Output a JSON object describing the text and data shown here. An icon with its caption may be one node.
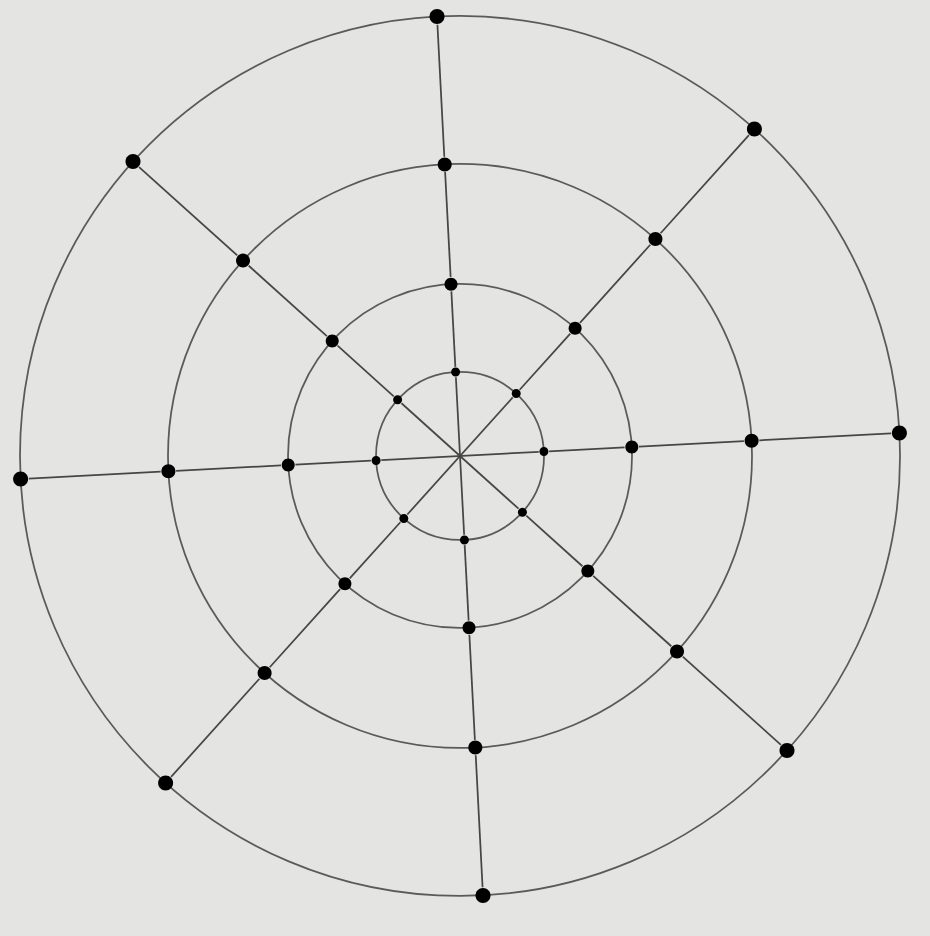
{
  "diagram": {
    "nodes": [
      {
        "text": [],
        "shape": "circle"
      },
      {
        "text": [],
        "shape": "circle"
      },
      {
        "text": [],
        "shape": "circle"
      },
      {
        "text": [],
        "shape": "circle"
      },
      {
        "text": [],
        "shape": "circle"
      },
      {
        "text": [],
        "shape": "circle"
      },
      {
        "text": [],
        "shape": "circle"
      },
      {
        "text": [],
        "shape": "circle"
      },
      {
        "text": [],
        "shape": "circle"
      },
      {
        "text": [],
        "shape": "circle"
      },
      {
        "text": [],
        "shape": "circle"
      },
      {
        "text": [],
        "shape": "circle"
      },
      {
        "text": [],
        "shape": "circle"
      },
      {
        "text": [],
        "shape": "circle"
      },
      {
        "text": [],
        "shape": "circle"
      },
      {
        "text": [],
        "shape": "circle"
      },
      {
        "text": [],
        "shape": "circle"
      },
      {
        "text": [],
        "shape": "circle"
      },
      {
        "text": [],
        "shape": "circle"
      },
      {
        "text": [],
        "shape": "circle"
      },
      {
        "text": [],
        "shape": "circle"
      },
      {
        "text": [],
        "shape": "circle"
      },
      {
        "text": [],
        "shape": "circle"
      },
      {
        "text": [],
        "shape": "circle"
      },
      {
        "text": [],
        "shape": "circle"
      },
      {
        "text": [],
        "shape": "circle"
      },
      {
        "text": [],
        "shape": "circle"
      },
      {
        "text": [],
        "shape": "circle"
      },
      {
        "text": [],
        "shape": "circle"
      },
      {
        "text": [],
        "shape": "circle"
      },
      {
        "text": [],
        "shape": "circle"
      },
      {
        "text": [],
        "shape": "circle"
      }
    ],
    "edges": [
      {
        "from": 0,
        "to": 4,
        "arrow": "none"
      },
      {
        "from": 1,
        "to": 5,
        "arrow": "none"
      },
      {
        "from": 2,
        "to": 6,
        "arrow": "none"
      },
      {
        "from": 3,
        "to": 7,
        "arrow": "none"
      },
      {
        "from": 0,
        "to": 8,
        "arrow": "none"
      },
      {
        "from": 1,
        "to": 9,
        "arrow": "none"
      },
      {
        "from": 2,
        "to": 10,
        "arrow": "none"
      },
      {
        "from": 3,
        "to": 11,
        "arrow": "none"
      },
      {
        "from": 4,
        "to": 12,
        "arrow": "none"
      },
      {
        "from": 5,
        "to": 13,
        "arrow": "none"
      },
      {
        "from": 6,
        "to": 14,
        "arrow": "none"
      },
      {
        "from": 7,
        "to": 15,
        "arrow": "none"
      },
      {
        "from": 8,
        "to": 16,
        "arrow": "none"
      },
      {
        "from": 9,
        "to": 17,
        "arrow": "none"
      },
      {
        "from": 10,
        "to": 18,
        "arrow": "none"
      },
      {
        "from": 11,
        "to": 19,
        "arrow": "none"
      },
      {
        "from": 12,
        "to": 20,
        "arrow": "none"
      },
      {
        "from": 13,
        "to": 21,
        "arrow": "none"
      },
      {
        "from": 14,
        "to": 22,
        "arrow": "none"
      },
      {
        "from": 15,
        "to": 23,
        "arrow": "none"
      },
      {
        "from": 16,
        "to": 24,
        "arrow": "none"
      },
      {
        "from": 17,
        "to": 25,
        "arrow": "none"
      },
      {
        "from": 18,
        "to": 26,
        "arrow": "none"
      },
      {
        "from": 19,
        "to": 27,
        "arrow": "none"
      },
      {
        "from": 20,
        "to": 28,
        "arrow": "none"
      },
      {
        "from": 21,
        "to": 29,
        "arrow": "none"
      },
      {
        "from": 22,
        "to": 30,
        "arrow": "none"
      },
      {
        "from": 23,
        "to": 31,
        "arrow": "none"
      }
    ]
  }
}
